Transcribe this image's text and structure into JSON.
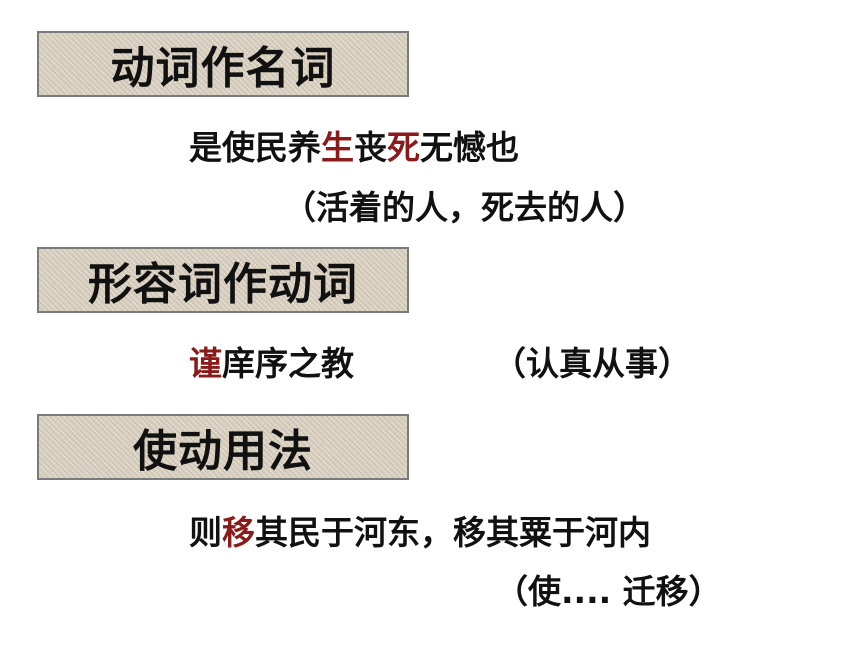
{
  "sections": [
    {
      "heading": "动词作名词",
      "sentence": {
        "p1": "是使民养",
        "h1": "生",
        "p2": "丧",
        "h2": "死",
        "p3": "无憾也"
      },
      "explanation": "（活着的人，死去的人）"
    },
    {
      "heading": "形容词作动词",
      "sentence": {
        "h1": "谨",
        "p1": "庠序之教"
      },
      "explanation": "（认真从事）"
    },
    {
      "heading": "使动用法",
      "sentence": {
        "p1": "则",
        "h1": "移",
        "p2": "其民于河东，移其粟于河内"
      },
      "explanation": "（使.... 迁移）"
    }
  ],
  "colors": {
    "text": "#111111",
    "highlight": "#8b1a1a",
    "heading_bg": "#ddd3c2",
    "heading_border": "#7a7a7a"
  }
}
